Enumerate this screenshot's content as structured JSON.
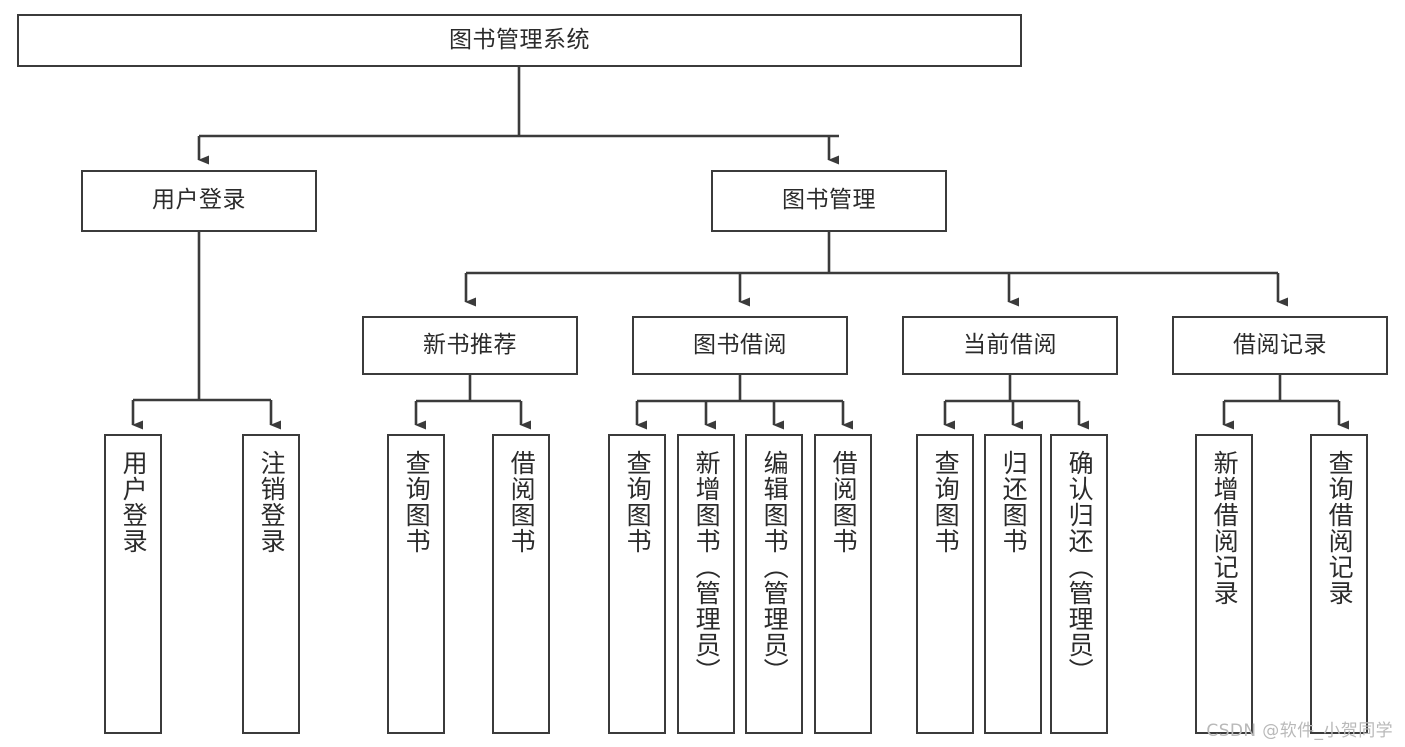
{
  "diagram": {
    "title": "图书管理系统",
    "type": "hierarchy-tree",
    "watermark": "CSDN @软件_小贺同学",
    "colors": {
      "box_border": "#3b3b3b",
      "box_fill": "#ffffff",
      "connector": "#3b3b3b",
      "text": "#2b2b2b",
      "watermark": "#b9b9b9",
      "background": "#ffffff"
    },
    "levels": {
      "root": {
        "label": "图书管理系统"
      },
      "level2": [
        {
          "label": "用户登录"
        },
        {
          "label": "图书管理"
        }
      ],
      "level3": [
        {
          "label": "新书推荐"
        },
        {
          "label": "图书借阅"
        },
        {
          "label": "当前借阅"
        },
        {
          "label": "借阅记录"
        }
      ],
      "leaves": {
        "user_login": [
          {
            "label": "用户登录"
          },
          {
            "label": "注销登录"
          }
        ],
        "new_book_recommend": [
          {
            "label": "查询图书"
          },
          {
            "label": "借阅图书"
          }
        ],
        "book_borrow": [
          {
            "label": "查询图书"
          },
          {
            "label": "新增图书（管理员）"
          },
          {
            "label": "编辑图书（管理员）"
          },
          {
            "label": "借阅图书"
          }
        ],
        "current_borrow": [
          {
            "label": "查询图书"
          },
          {
            "label": "归还图书"
          },
          {
            "label": "确认归还（管理员）"
          }
        ],
        "borrow_record": [
          {
            "label": "新增借阅记录"
          },
          {
            "label": "查询借阅记录"
          }
        ]
      }
    }
  }
}
